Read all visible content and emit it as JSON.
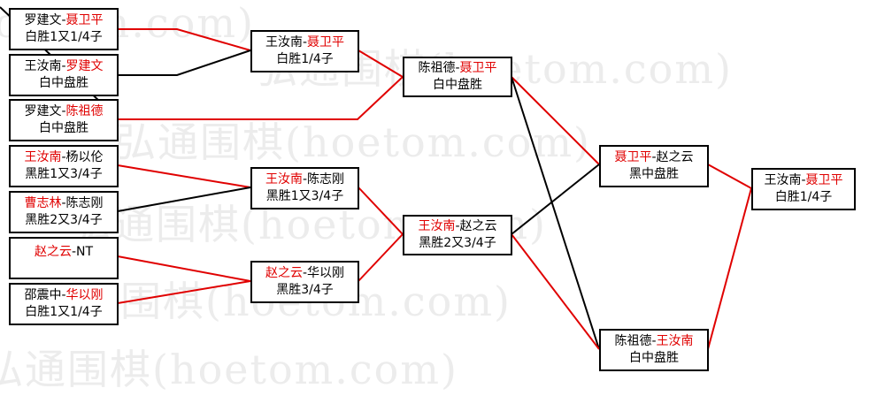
{
  "watermark": "弘通围棋(hoetom.com)",
  "colors": {
    "winner": "#e00000",
    "line_win": "#e00000",
    "line_lose": "#000000",
    "border": "#000000"
  },
  "round1": [
    {
      "left": "罗建文",
      "right": "聂卫平",
      "winner": "right",
      "result": "白胜1又1/4子"
    },
    {
      "left": "王汝南",
      "right": "罗建文",
      "winner": "right",
      "result": "白中盘胜"
    },
    {
      "left": "罗建文",
      "right": "陈祖德",
      "winner": "right",
      "result": "白中盘胜"
    },
    {
      "left": "王汝南",
      "right": "杨以伦",
      "winner": "left",
      "result": "黑胜1又3/4子"
    },
    {
      "left": "曹志林",
      "right": "陈志刚",
      "winner": "left",
      "result": "黑胜2又3/4子"
    },
    {
      "left": "赵之云",
      "right": "NT",
      "winner": "left",
      "result": ""
    },
    {
      "left": "邵震中",
      "right": "华以刚",
      "winner": "right",
      "result": "白胜1又1/4子"
    }
  ],
  "round2": [
    {
      "left": "王汝南",
      "right": "聂卫平",
      "winner": "right",
      "result": "白胜1/4子"
    },
    {
      "left": "王汝南",
      "right": "陈志刚",
      "winner": "left",
      "result": "黑胜1又3/4子"
    },
    {
      "left": "赵之云",
      "right": "华以刚",
      "winner": "left",
      "result": "黑胜3/4子"
    }
  ],
  "round3": [
    {
      "left": "陈祖德",
      "right": "聂卫平",
      "winner": "right",
      "result": "白中盘胜"
    },
    {
      "left": "王汝南",
      "right": "赵之云",
      "winner": "left",
      "result": "黑胜2又3/4子"
    }
  ],
  "round4": [
    {
      "left": "聂卫平",
      "right": "赵之云",
      "winner": "left",
      "result": "黑中盘胜"
    },
    {
      "left": "陈祖德",
      "right": "王汝南",
      "winner": "right",
      "result": "白中盘胜"
    }
  ],
  "final": {
    "left": "王汝南",
    "right": "聂卫平",
    "winner": "right",
    "result": "白胜1/4子"
  }
}
